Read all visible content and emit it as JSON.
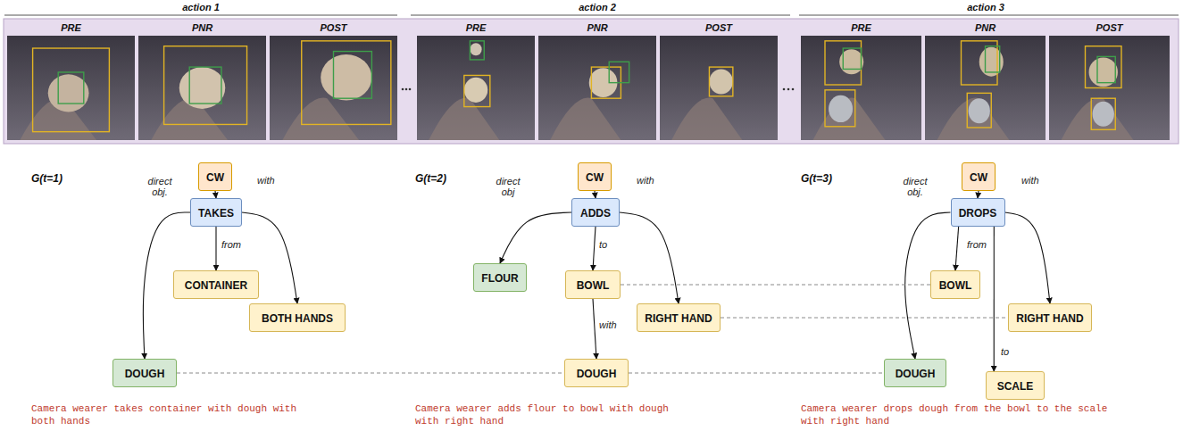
{
  "diagram": {
    "nodes": [
      {
        "text": [
          "CW"
        ]
      },
      {
        "text": [
          "TAKES"
        ]
      },
      {
        "text": [
          "CONTAINER"
        ]
      },
      {
        "text": [
          "BOTH HANDS"
        ]
      },
      {
        "text": [
          "DOUGH"
        ]
      },
      {
        "text": [
          "CW"
        ]
      },
      {
        "text": [
          "ADDS"
        ]
      },
      {
        "text": [
          "FLOUR"
        ]
      },
      {
        "text": [
          "BOWL"
        ]
      },
      {
        "text": [
          "RIGHT HAND"
        ]
      },
      {
        "text": [
          "DOUGH"
        ]
      },
      {
        "text": [
          "CW"
        ]
      },
      {
        "text": [
          "DROPS"
        ]
      },
      {
        "text": [
          "BOWL"
        ]
      },
      {
        "text": [
          "RIGHT HAND"
        ]
      },
      {
        "text": [
          "DOUGH"
        ]
      },
      {
        "text": [
          "SCALE"
        ]
      }
    ],
    "edges": [
      {
        "from": 0,
        "to": 1,
        "arrow": "to"
      },
      {
        "from": 1,
        "to": 4,
        "arrow": "to",
        "label": "direct obj."
      },
      {
        "from": 1,
        "to": 2,
        "arrow": "to",
        "label": "from"
      },
      {
        "from": 1,
        "to": 3,
        "arrow": "to",
        "label": "with"
      },
      {
        "from": 5,
        "to": 6,
        "arrow": "to"
      },
      {
        "from": 6,
        "to": 7,
        "arrow": "to",
        "label": "direct obj"
      },
      {
        "from": 6,
        "to": 8,
        "arrow": "to",
        "label": "to"
      },
      {
        "from": 6,
        "to": 9,
        "arrow": "to",
        "label": "with"
      },
      {
        "from": 8,
        "to": 10,
        "arrow": "to",
        "label": "with"
      },
      {
        "from": 11,
        "to": 12,
        "arrow": "to"
      },
      {
        "from": 12,
        "to": 15,
        "arrow": "to",
        "label": "direct obj."
      },
      {
        "from": 12,
        "to": 13,
        "arrow": "to",
        "label": "from"
      },
      {
        "from": 12,
        "to": 16,
        "arrow": "to",
        "label": "to"
      },
      {
        "from": 12,
        "to": 14,
        "arrow": "to",
        "label": "with"
      },
      {
        "from": 4,
        "to": 10,
        "arrow": "none"
      },
      {
        "from": 10,
        "to": 15,
        "arrow": "none"
      },
      {
        "from": 8,
        "to": 13,
        "arrow": "none"
      },
      {
        "from": 9,
        "to": 14,
        "arrow": "none"
      }
    ],
    "labels": [
      "action 1",
      "PRE",
      "PNR",
      "POST",
      "action 2",
      "PRE",
      "PNR",
      "POST",
      "action 3",
      "PRE",
      "PNR",
      "POST",
      "G(t=1)",
      "G(t=2)",
      "G(t=3)",
      "Camera wearer takes container with dough with both hands",
      "Camera wearer adds flour to bowl with dough with right hand",
      "Camera wearer drops dough from the bowl to the scale with right hand"
    ]
  }
}
